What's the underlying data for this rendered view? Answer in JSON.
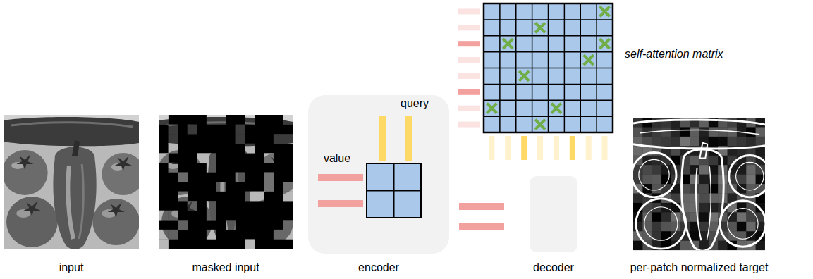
{
  "diagram": {
    "nodes": [
      {
        "text": [
          "input"
        ]
      },
      {
        "text": [
          "masked input"
        ]
      },
      {
        "text": [
          "encoder"
        ]
      },
      {
        "text": [
          "decoder"
        ]
      },
      {
        "text": [
          "per-patch normalized target"
        ]
      }
    ],
    "labels": [
      "query",
      "value",
      "self-attention matrix"
    ]
  }
}
